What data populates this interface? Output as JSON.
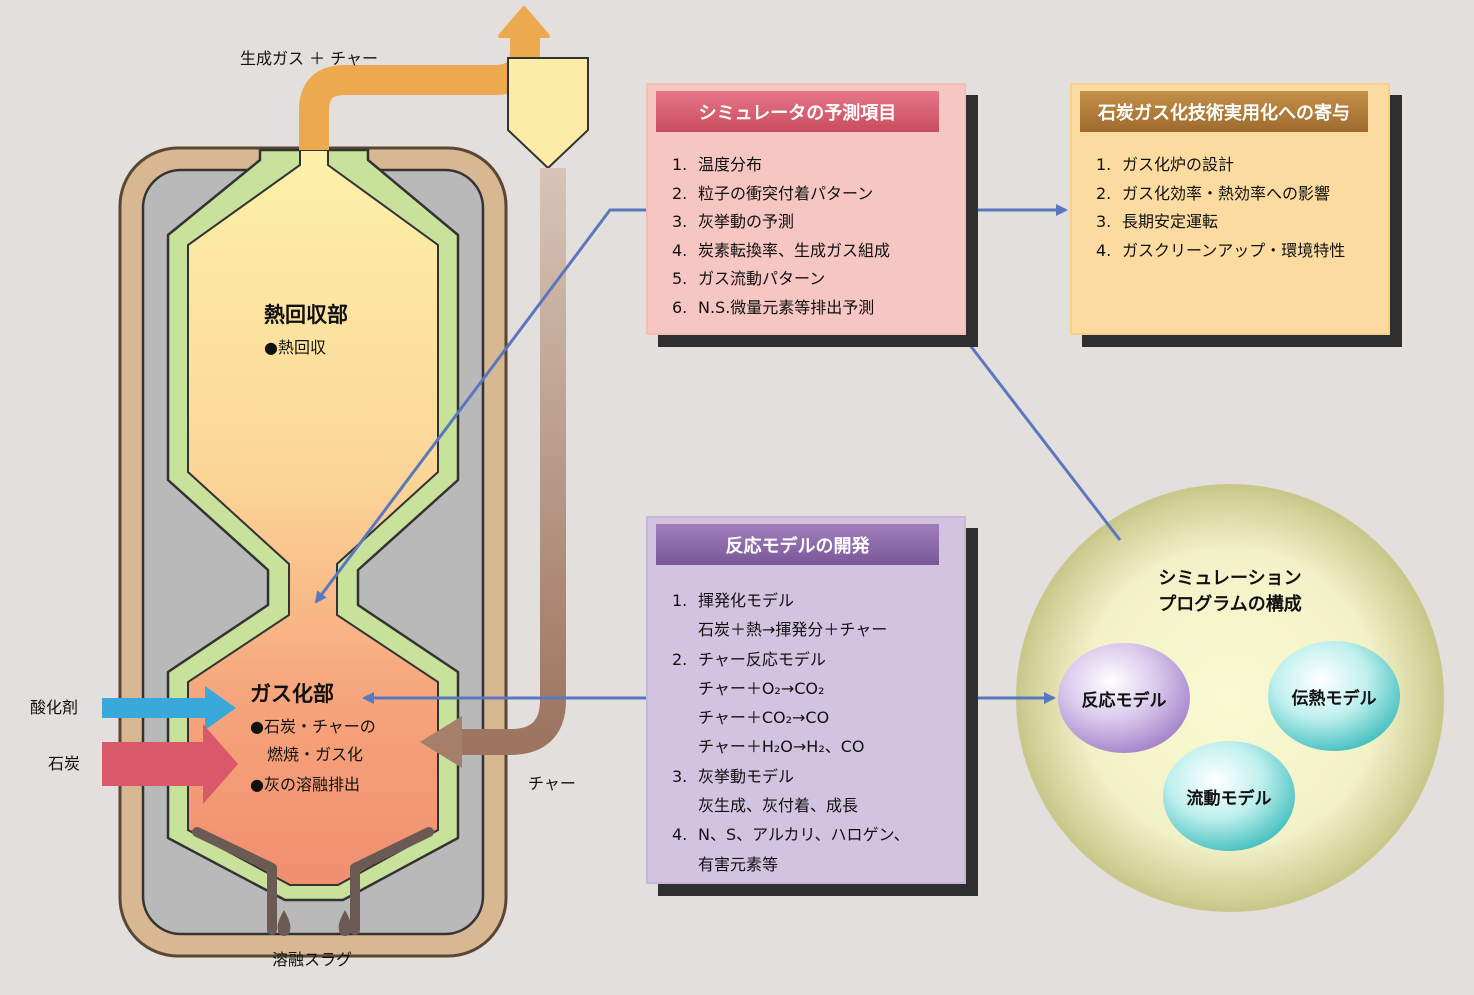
{
  "furnace": {
    "top_flow": "生成ガス ＋ チャー",
    "heat_section": "熱回収部",
    "heat_item": "●熱回収",
    "gas_section": "ガス化部",
    "gas_items": [
      "●石炭・チャーの",
      "燃焼・ガス化",
      "●灰の溶融排出"
    ],
    "oxidizer": "酸化剤",
    "coal": "石炭",
    "char": "チャー",
    "slag": "溶融スラグ"
  },
  "prediction_panel": {
    "title": "シミュレータの予測項目",
    "items": [
      {
        "num": "1.",
        "text": "温度分布"
      },
      {
        "num": "2.",
        "text": "粒子の衝突付着パターン"
      },
      {
        "num": "3.",
        "text": "灰挙動の予測"
      },
      {
        "num": "4.",
        "text": "炭素転換率、生成ガス組成"
      },
      {
        "num": "5.",
        "text": "ガス流動パターン"
      },
      {
        "num": "6.",
        "text": "N.S.微量元素等排出予測"
      }
    ]
  },
  "contribution_panel": {
    "title": "石炭ガス化技術実用化への寄与",
    "items": [
      {
        "num": "1.",
        "text": "ガス化炉の設計"
      },
      {
        "num": "2.",
        "text": "ガス化効率・熱効率への影響"
      },
      {
        "num": "3.",
        "text": "長期安定運転"
      },
      {
        "num": "4.",
        "text": "ガスクリーンアップ・環境特性"
      }
    ]
  },
  "reaction_panel": {
    "title": "反応モデルの開発",
    "lines": [
      {
        "num": "1.",
        "text": "揮発化モデル"
      },
      {
        "num": "",
        "text": "石炭＋熱→揮発分＋チャー"
      },
      {
        "num": "2.",
        "text": "チャー反応モデル"
      },
      {
        "num": "",
        "text": "チャー＋O₂→CO₂"
      },
      {
        "num": "",
        "text": "チャー＋CO₂→CO"
      },
      {
        "num": "",
        "text": "チャー＋H₂O→H₂、CO"
      },
      {
        "num": "3.",
        "text": "灰挙動モデル"
      },
      {
        "num": "",
        "text": "灰生成、灰付着、成長"
      },
      {
        "num": "4.",
        "text": "N、S、アルカリ、ハロゲン、"
      },
      {
        "num": "",
        "text": "有害元素等"
      }
    ]
  },
  "program": {
    "title_line1": "シミュレーション",
    "title_line2": "プログラムの構成",
    "reaction_model": "反応モデル",
    "heat_model": "伝熱モデル",
    "flow_model": "流動モデル"
  },
  "colors": {
    "background": "#e2dfdc",
    "connector": "#5a78c0",
    "oxidizer_arrow": "#39a9db",
    "coal_arrow": "#d9586a",
    "char_pipe": "#a67f6a",
    "gas_pipe": "#eca94e"
  }
}
